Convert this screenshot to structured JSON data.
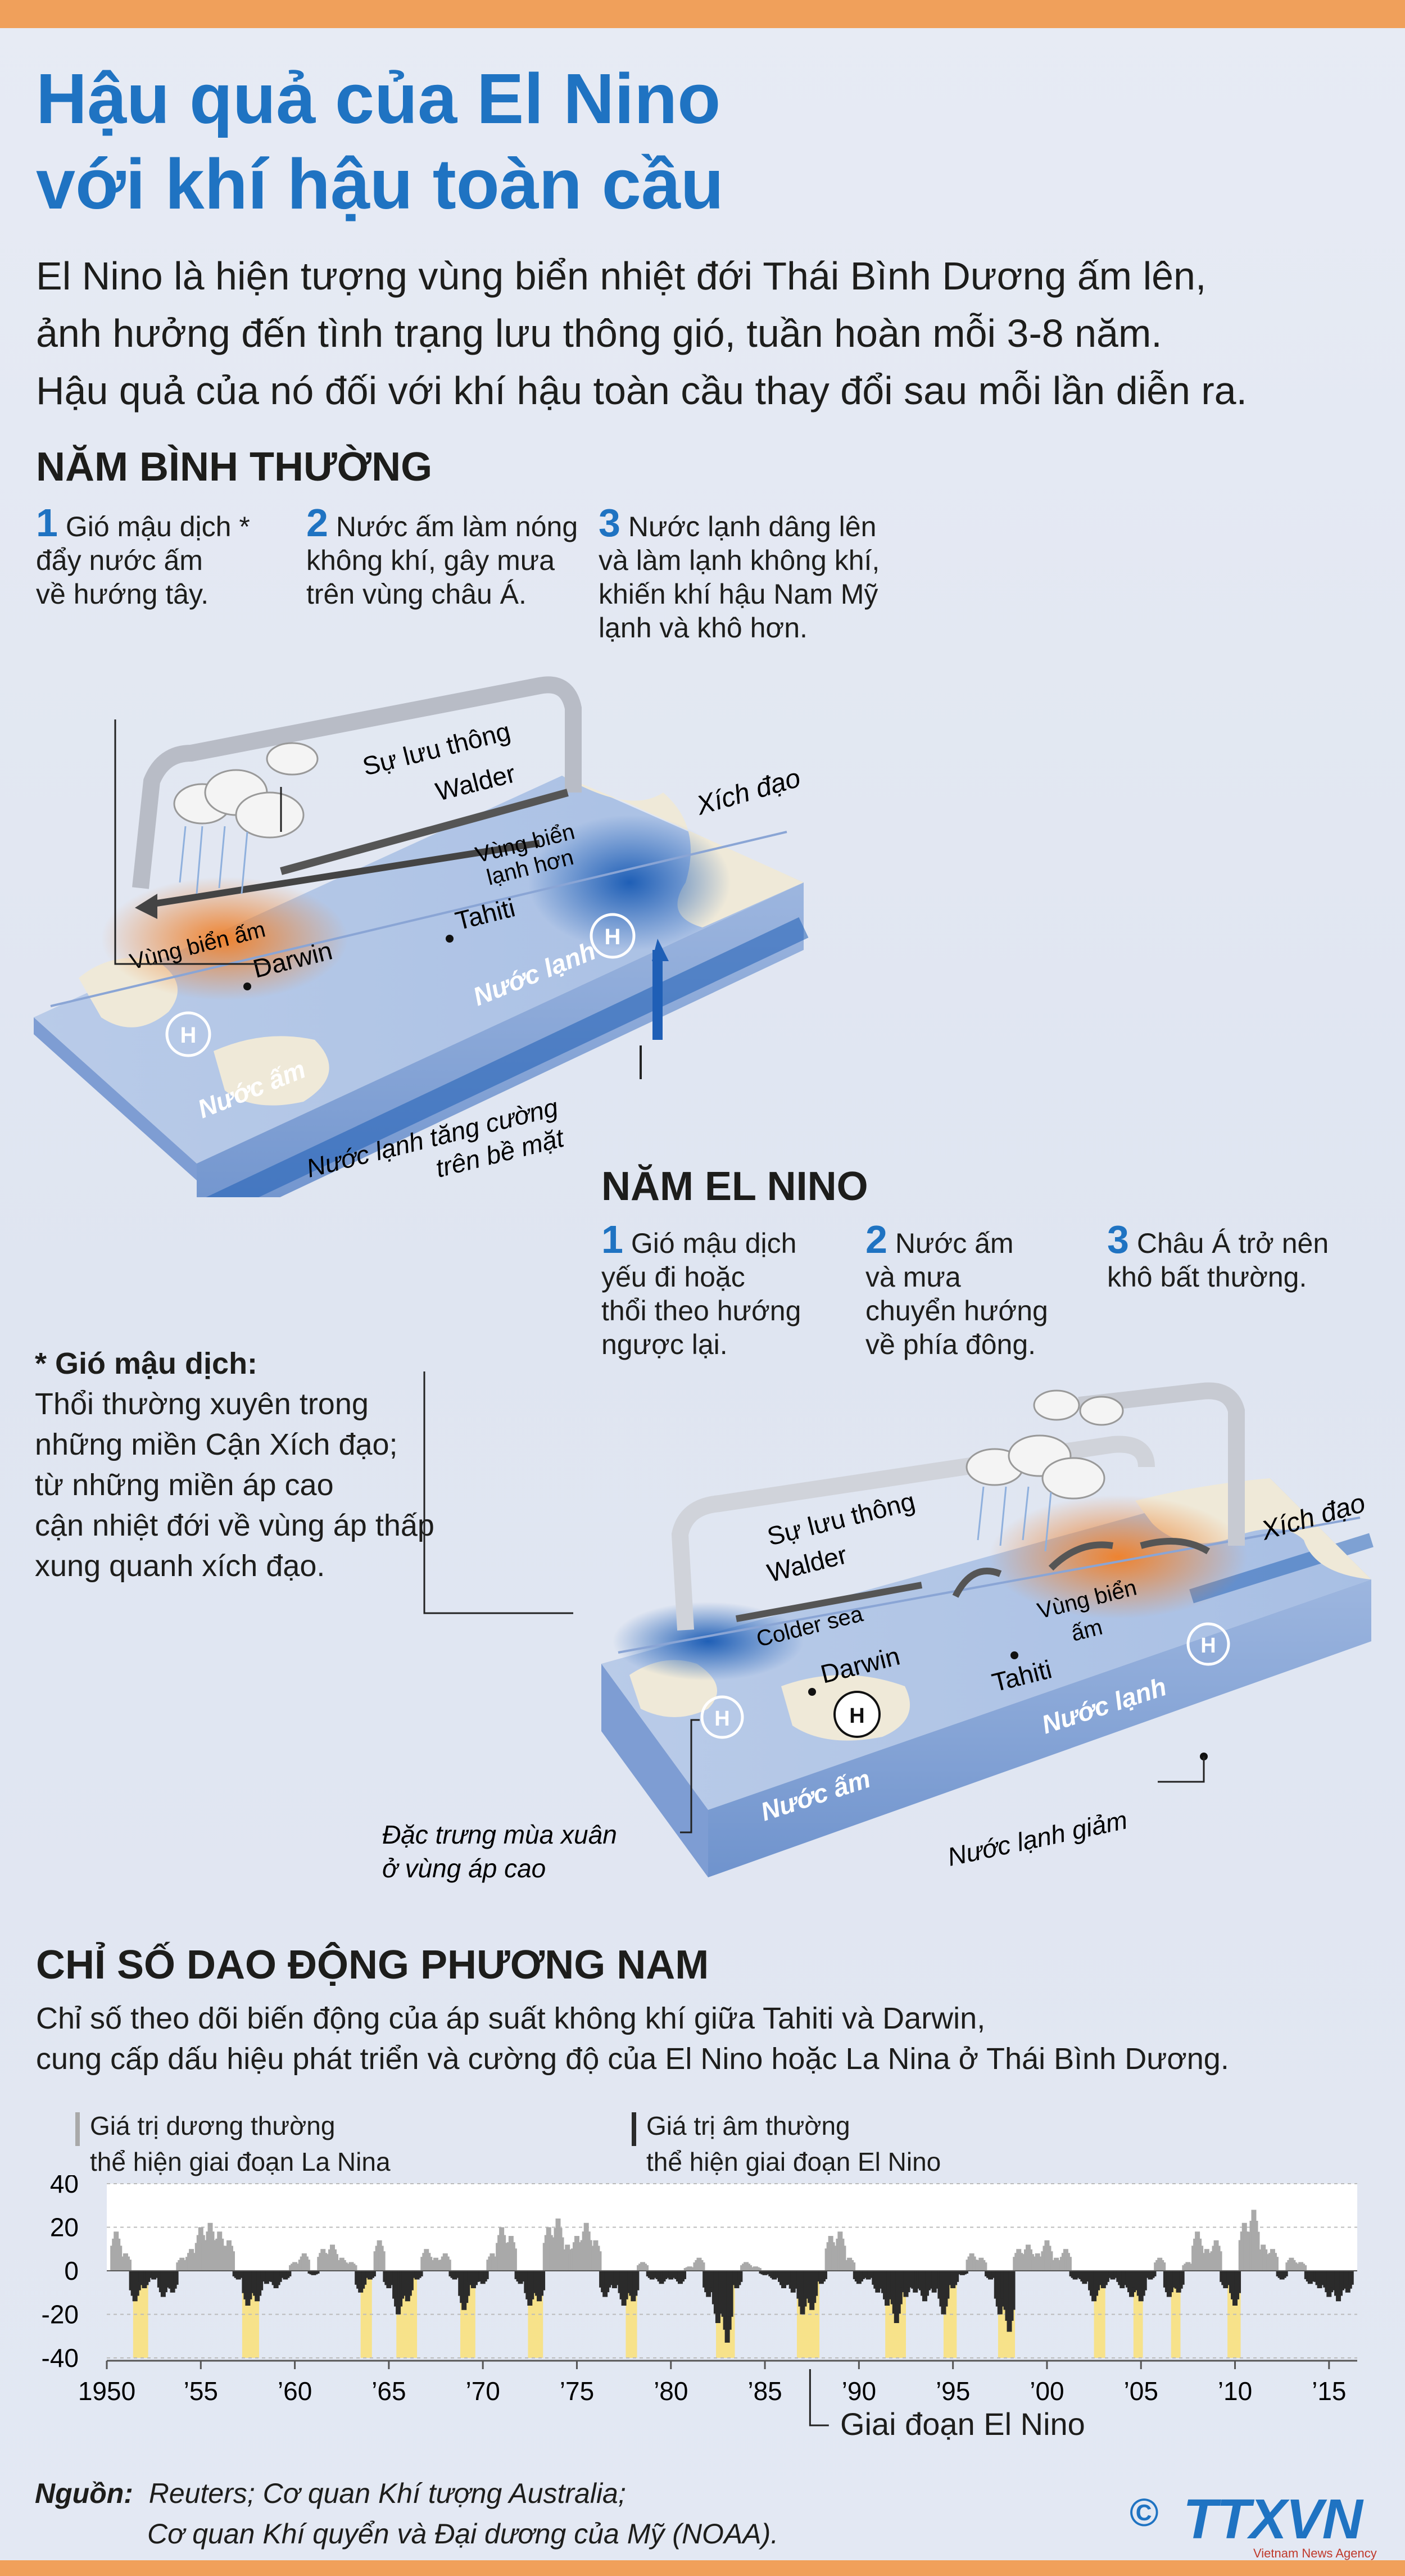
{
  "header": {
    "title_line1": "Hậu quả của El Nino",
    "title_line2": "với khí hậu toàn cầu",
    "intro": [
      "El Nino là hiện tượng vùng biển nhiệt đới Thái Bình Dương ấm lên,",
      "ảnh hưởng đến tình trạng lưu thông gió, tuần hoàn mỗi 3-8 năm.",
      "Hậu quả của nó đối với khí hậu toàn cầu thay đổi sau mỗi lần diễn ra."
    ]
  },
  "normal": {
    "heading": "NĂM BÌNH THƯỜNG",
    "steps": [
      {
        "num": "1",
        "lines": [
          "Gió mậu dịch *",
          "đẩy nước ấm",
          "về hướng tây."
        ]
      },
      {
        "num": "2",
        "lines": [
          "Nước ấm làm nóng",
          "không khí, gây mưa",
          "trên vùng châu Á."
        ]
      },
      {
        "num": "3",
        "lines": [
          "Nước lạnh dâng lên",
          "và làm lạnh không khí,",
          "khiến khí hậu Nam Mỹ",
          "lạnh và khô hơn."
        ]
      }
    ],
    "labels": {
      "walker1": "Sự lưu thông",
      "walker2": "Walder",
      "equator": "Xích đạo",
      "cold_area1": "Vùng biển",
      "cold_area2": "lạnh hơn",
      "warm_area": "Vùng biển ấm",
      "darwin": "Darwin",
      "tahiti": "Tahiti",
      "warm_water": "Nước ấm",
      "cold_water": "Nước lạnh",
      "upwelling1": "Nước lạnh tăng cường",
      "upwelling2": "trên bề mặt",
      "high": "H"
    }
  },
  "elnino": {
    "heading": "NĂM EL NINO",
    "steps": [
      {
        "num": "1",
        "lines": [
          "Gió mậu dịch",
          "yếu đi hoặc",
          "thổi theo hướng",
          "ngược lại."
        ]
      },
      {
        "num": "2",
        "lines": [
          "Nước ấm",
          "và mưa",
          "chuyển hướng",
          "về phía đông."
        ]
      },
      {
        "num": "3",
        "lines": [
          "Châu Á trở nên",
          "khô bất thường."
        ]
      }
    ],
    "labels": {
      "walker1": "Sự lưu thông",
      "walker2": "Walder",
      "equator": "Xích đạo",
      "colder_sea": "Colder sea",
      "darwin": "Darwin",
      "tahiti": "Tahiti",
      "warm_area1": "Vùng biển",
      "warm_area2": "ấm",
      "warm_water": "Nước ấm",
      "cold_water": "Nước lạnh",
      "reduced": "Nước lạnh giảm",
      "spring1": "Đặc trưng mùa xuân",
      "spring2": "ở vùng áp cao",
      "high": "H"
    }
  },
  "footnote": {
    "title": "* Gió mậu dịch:",
    "lines": [
      "Thổi thường xuyên trong",
      "những miền Cận Xích đạo;",
      "từ những miền áp cao",
      "cận nhiệt đới về vùng áp thấp",
      "xung quanh xích đạo."
    ]
  },
  "soi": {
    "heading": "CHỈ SỐ DAO ĐỘNG PHƯƠNG NAM",
    "desc": [
      "Chỉ số theo dõi biến động của áp suất không khí giữa Tahiti và Darwin,",
      "cung cấp dấu hiệu phát triển và cường độ của El Nino hoặc La Nina ở Thái Bình Dương."
    ],
    "legend_pos": [
      "Giá trị dương thường",
      "thể hiện giai đoạn La Nina"
    ],
    "legend_neg": [
      "Giá trị âm thường",
      "thể hiện giai đoạn El Nino"
    ],
    "annotation": "Giai đoạn El Nino"
  },
  "colors": {
    "title_blue": "#1f73c2",
    "orange": "#f0a05b",
    "positive_bar": "#a9a9a9",
    "negative_bar": "#2b2b2b",
    "el_nino_band": "#f7e28a"
  },
  "chart_data": {
    "type": "bar",
    "title": "CHỈ SỐ DAO ĐỘNG PHƯƠNG NAM",
    "xlabel": "",
    "ylabel": "",
    "ylim": [
      -40,
      40
    ],
    "yticks": [
      40,
      20,
      0,
      -20,
      -40
    ],
    "xticks": [
      {
        "year": 1950,
        "label": "1950"
      },
      {
        "year": 1955,
        "label": "’55"
      },
      {
        "year": 1960,
        "label": "’60"
      },
      {
        "year": 1965,
        "label": "’65"
      },
      {
        "year": 1970,
        "label": "’70"
      },
      {
        "year": 1975,
        "label": "’75"
      },
      {
        "year": 1980,
        "label": "’80"
      },
      {
        "year": 1985,
        "label": "’85"
      },
      {
        "year": 1990,
        "label": "’90"
      },
      {
        "year": 1995,
        "label": "’95"
      },
      {
        "year": 2000,
        "label": "’00"
      },
      {
        "year": 2005,
        "label": "’05"
      },
      {
        "year": 2010,
        "label": "’10"
      },
      {
        "year": 2015,
        "label": "’15"
      }
    ],
    "xlim": [
      1950,
      2016.5
    ],
    "el_nino_periods": [
      [
        1951.4,
        1952.2
      ],
      [
        1957.2,
        1958.1
      ],
      [
        1963.5,
        1964.1
      ],
      [
        1965.4,
        1966.5
      ],
      [
        1968.8,
        1969.6
      ],
      [
        1972.4,
        1973.2
      ],
      [
        1977.6,
        1978.2
      ],
      [
        1982.4,
        1983.4
      ],
      [
        1986.7,
        1987.9
      ],
      [
        1991.4,
        1992.5
      ],
      [
        1994.5,
        1995.2
      ],
      [
        1997.4,
        1998.3
      ],
      [
        2002.5,
        2003.1
      ],
      [
        2004.6,
        2005.1
      ],
      [
        2006.6,
        2007.1
      ],
      [
        2009.6,
        2010.3
      ]
    ],
    "series": [
      {
        "values": [
          [
            1950.5,
            18
          ],
          [
            1951.0,
            8
          ],
          [
            1951.5,
            -14
          ],
          [
            1952.0,
            -8
          ],
          [
            1952.5,
            -4
          ],
          [
            1953.0,
            -12
          ],
          [
            1953.5,
            -10
          ],
          [
            1954.0,
            6
          ],
          [
            1954.5,
            10
          ],
          [
            1955.0,
            20
          ],
          [
            1955.5,
            22
          ],
          [
            1956.0,
            18
          ],
          [
            1956.5,
            14
          ],
          [
            1957.0,
            -4
          ],
          [
            1957.5,
            -16
          ],
          [
            1958.0,
            -14
          ],
          [
            1958.5,
            -6
          ],
          [
            1959.0,
            -8
          ],
          [
            1959.5,
            -4
          ],
          [
            1960.0,
            4
          ],
          [
            1960.5,
            8
          ],
          [
            1961.0,
            -2
          ],
          [
            1961.5,
            10
          ],
          [
            1962.0,
            12
          ],
          [
            1962.5,
            6
          ],
          [
            1963.0,
            4
          ],
          [
            1963.5,
            -10
          ],
          [
            1964.0,
            -4
          ],
          [
            1964.5,
            14
          ],
          [
            1965.0,
            -8
          ],
          [
            1965.5,
            -20
          ],
          [
            1966.0,
            -14
          ],
          [
            1966.5,
            -4
          ],
          [
            1967.0,
            10
          ],
          [
            1967.5,
            6
          ],
          [
            1968.0,
            8
          ],
          [
            1968.5,
            -4
          ],
          [
            1969.0,
            -18
          ],
          [
            1969.5,
            -8
          ],
          [
            1970.0,
            -6
          ],
          [
            1970.5,
            8
          ],
          [
            1971.0,
            20
          ],
          [
            1971.5,
            16
          ],
          [
            1972.0,
            -6
          ],
          [
            1972.5,
            -16
          ],
          [
            1973.0,
            -14
          ],
          [
            1973.5,
            20
          ],
          [
            1974.0,
            24
          ],
          [
            1974.5,
            12
          ],
          [
            1975.0,
            16
          ],
          [
            1975.5,
            22
          ],
          [
            1976.0,
            14
          ],
          [
            1976.5,
            -12
          ],
          [
            1977.0,
            -8
          ],
          [
            1977.5,
            -16
          ],
          [
            1978.0,
            -14
          ],
          [
            1978.5,
            4
          ],
          [
            1979.0,
            -4
          ],
          [
            1979.5,
            -6
          ],
          [
            1980.0,
            -4
          ],
          [
            1980.5,
            -6
          ],
          [
            1981.0,
            2
          ],
          [
            1981.5,
            6
          ],
          [
            1982.0,
            -12
          ],
          [
            1982.5,
            -24
          ],
          [
            1983.0,
            -33
          ],
          [
            1983.5,
            -8
          ],
          [
            1984.0,
            4
          ],
          [
            1984.5,
            2
          ],
          [
            1985.0,
            -2
          ],
          [
            1985.5,
            -4
          ],
          [
            1986.0,
            -8
          ],
          [
            1986.5,
            -10
          ],
          [
            1987.0,
            -20
          ],
          [
            1987.5,
            -18
          ],
          [
            1988.0,
            -6
          ],
          [
            1988.5,
            16
          ],
          [
            1989.0,
            18
          ],
          [
            1989.5,
            6
          ],
          [
            1990.0,
            -6
          ],
          [
            1990.5,
            -4
          ],
          [
            1991.0,
            -10
          ],
          [
            1991.5,
            -16
          ],
          [
            1992.0,
            -24
          ],
          [
            1992.5,
            -12
          ],
          [
            1993.0,
            -10
          ],
          [
            1993.5,
            -14
          ],
          [
            1994.0,
            -10
          ],
          [
            1994.5,
            -20
          ],
          [
            1995.0,
            -8
          ],
          [
            1995.5,
            -2
          ],
          [
            1996.0,
            8
          ],
          [
            1996.5,
            6
          ],
          [
            1997.0,
            -4
          ],
          [
            1997.5,
            -20
          ],
          [
            1998.0,
            -28
          ],
          [
            1998.5,
            10
          ],
          [
            1999.0,
            12
          ],
          [
            1999.5,
            8
          ],
          [
            2000.0,
            14
          ],
          [
            2000.5,
            6
          ],
          [
            2001.0,
            10
          ],
          [
            2001.5,
            -4
          ],
          [
            2002.0,
            -6
          ],
          [
            2002.5,
            -14
          ],
          [
            2003.0,
            -8
          ],
          [
            2003.5,
            -4
          ],
          [
            2004.0,
            -8
          ],
          [
            2004.5,
            -12
          ],
          [
            2005.0,
            -14
          ],
          [
            2005.5,
            -4
          ],
          [
            2006.0,
            6
          ],
          [
            2006.5,
            -12
          ],
          [
            2007.0,
            -10
          ],
          [
            2007.5,
            4
          ],
          [
            2008.0,
            18
          ],
          [
            2008.5,
            10
          ],
          [
            2009.0,
            14
          ],
          [
            2009.5,
            -8
          ],
          [
            2010.0,
            -16
          ],
          [
            2010.5,
            22
          ],
          [
            2011.0,
            28
          ],
          [
            2011.5,
            12
          ],
          [
            2012.0,
            10
          ],
          [
            2012.5,
            -4
          ],
          [
            2013.0,
            6
          ],
          [
            2013.5,
            4
          ],
          [
            2014.0,
            -6
          ],
          [
            2014.5,
            -8
          ],
          [
            2015.0,
            -12
          ],
          [
            2015.5,
            -14
          ],
          [
            2016.0,
            -10
          ]
        ]
      }
    ]
  },
  "source": {
    "label": "Nguồn:",
    "line1": "Reuters; Cơ quan Khí tượng Australia;",
    "line2": "Cơ quan Khí quyển và Đại dương của Mỹ (NOAA)."
  },
  "brand": {
    "name": "TTXVN",
    "tagline": "Vietnam News Agency",
    "copyright": "©"
  }
}
